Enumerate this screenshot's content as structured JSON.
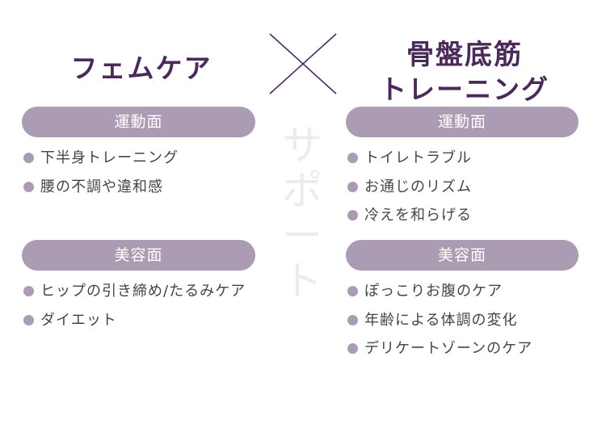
{
  "left": {
    "title": "フェムケア",
    "sections": [
      {
        "heading": "運動面",
        "items": [
          "下半身トレーニング",
          "腰の不調や違和感"
        ]
      },
      {
        "heading": "美容面",
        "items": [
          "ヒップの引き締め/たるみケア",
          "ダイエット"
        ]
      }
    ]
  },
  "right": {
    "title_line1": "骨盤底筋",
    "title_line2": "トレーニング",
    "sections": [
      {
        "heading": "運動面",
        "items": [
          "トイレトラブル",
          "お通じのリズム",
          "冷えを和らげる"
        ]
      },
      {
        "heading": "美容面",
        "items": [
          "ぽっこりお腹のケア",
          "年齢による体調の変化",
          "デリケートゾーンのケア"
        ]
      }
    ]
  },
  "watermark": [
    "サ",
    "ポ",
    "ー",
    "ト"
  ],
  "colors": {
    "title": "#4a2a5a",
    "pill": "#ab9cb3",
    "text": "#444444",
    "watermark": "#ececec"
  }
}
